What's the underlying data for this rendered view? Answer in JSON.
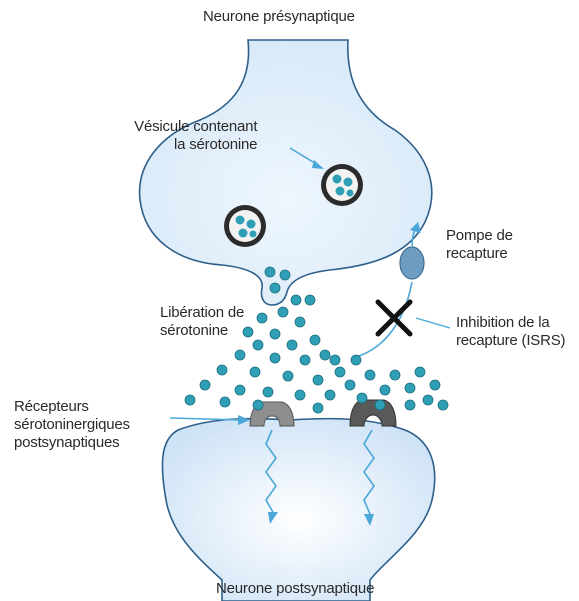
{
  "labels": {
    "presynaptic": "Neurone présynaptique",
    "vesicle": [
      "Vésicule contenant",
      "la sérotonine"
    ],
    "pump": [
      "Pompe de",
      "recapture"
    ],
    "release": [
      "Libération de",
      "sérotonine"
    ],
    "inhibition": [
      "Inhibition de la",
      "recapture (ISRS)"
    ],
    "receptors": [
      "Récepteurs",
      "sérotoninergiques",
      "postsynaptiques"
    ],
    "postsynaptic": "Neurone postsynaptique"
  },
  "colors": {
    "neuron_fill": "#dfeefb",
    "neuron_stroke": "#2e5f8a",
    "molecule": "#2f9fb5",
    "arrow": "#4aa7d8",
    "receptor_light": "#8e8e8e",
    "receptor_dark": "#595959",
    "pump": "#6d9ec2",
    "inhibition_x": "#111111"
  },
  "icons": [
    "inhibition-x-icon",
    "signal-arrow-icon"
  ]
}
